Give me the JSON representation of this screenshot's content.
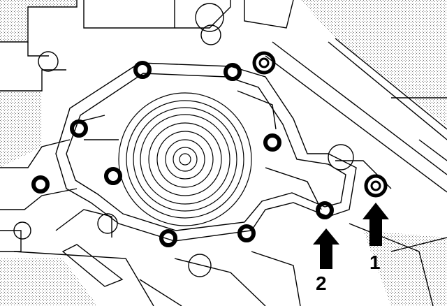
{
  "diagram": {
    "callouts": [
      {
        "id": "1",
        "label": "1",
        "marker": "flanged-stud-nut"
      },
      {
        "id": "2",
        "label": "2",
        "marker": "bolt"
      }
    ],
    "bolt_count": 11,
    "colors": {
      "line": "#000000",
      "background": "#ffffff",
      "arrow": "#000000"
    }
  }
}
